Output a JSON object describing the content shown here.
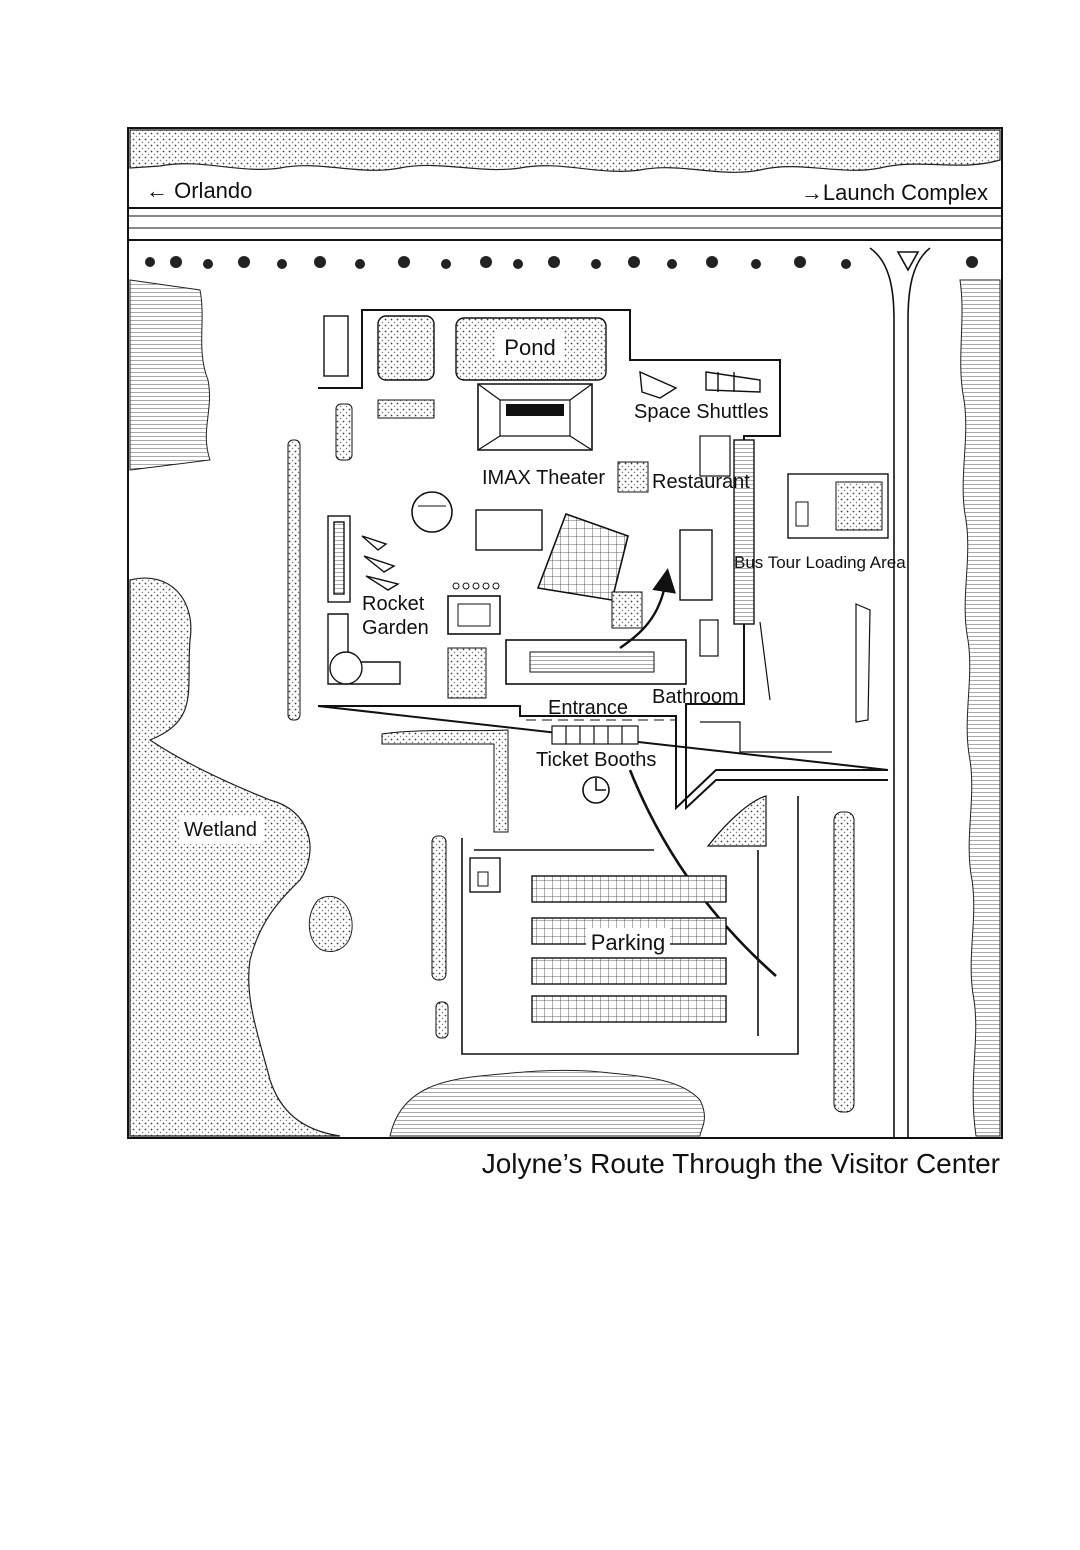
{
  "roads": {
    "west_label": "← Orlando",
    "east_label": "→Launch Complex"
  },
  "labels": {
    "pond": "Pond",
    "space_shuttles": "Space Shuttles",
    "imax_theater": "IMAX Theater",
    "restaurant": "Restaurant",
    "bus_tour": "Bus Tour Loading Area",
    "rocket_line1": "Rocket",
    "rocket_line2": "Garden",
    "bathroom": "Bathroom",
    "entrance": "Entrance",
    "ticket_booths": "Ticket Booths",
    "wetland": "Wetland",
    "parking": "Parking"
  },
  "caption": "Jolyne’s Route Through the Visitor Center",
  "icons": [
    "yield-triangle-icon",
    "compass-icon",
    "route-arrow-icon",
    "shuttle-icon",
    "rocket-icon"
  ],
  "colors": {
    "ink": "#111111",
    "paper": "#ffffff",
    "hatch": "#8a8a8a"
  }
}
